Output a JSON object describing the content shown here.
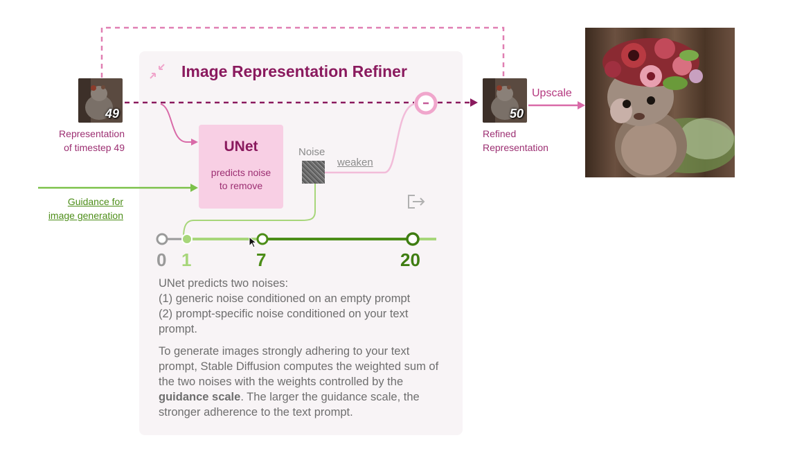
{
  "panel": {
    "title": "Image Representation Refiner"
  },
  "input": {
    "timestep": "49",
    "label_line1": "Representation",
    "label_line2": "of timestep 49"
  },
  "unet": {
    "title": "UNet",
    "subtitle_line1": "predicts noise",
    "subtitle_line2": "to remove"
  },
  "noise": {
    "label": "Noise",
    "weaken_label": "weaken"
  },
  "guidance": {
    "link_line1": "Guidance for",
    "link_line2": "image generation"
  },
  "slider": {
    "ticks": [
      "0",
      "1",
      "7",
      "20"
    ],
    "selected_value": 7,
    "min": 0,
    "max": 20
  },
  "description": {
    "p1_line1": "UNet predicts two noises:",
    "p1_line2": "(1) generic noise conditioned on an empty prompt",
    "p1_line3": "(2) prompt-specific noise conditioned on your text",
    "p1_line4": "prompt.",
    "p2_before": "To generate images strongly adhering to your text prompt, Stable Diffusion computes the weighted sum of the two noises with the weights controlled by the ",
    "p2_bold": "guidance scale",
    "p2_after": ". The larger the guidance scale, the stronger adherence to the text prompt."
  },
  "output": {
    "timestep": "50",
    "label_line1": "Refined",
    "label_line2": "Representation",
    "upscale_label": "Upscale"
  },
  "colors": {
    "pink_dark": "#8a1a5e",
    "pink": "#d96aa8",
    "pink_light": "#f8cfe4",
    "green": "#4c8d18",
    "green_light": "#a7d67a",
    "gray": "#8a8a8a"
  }
}
